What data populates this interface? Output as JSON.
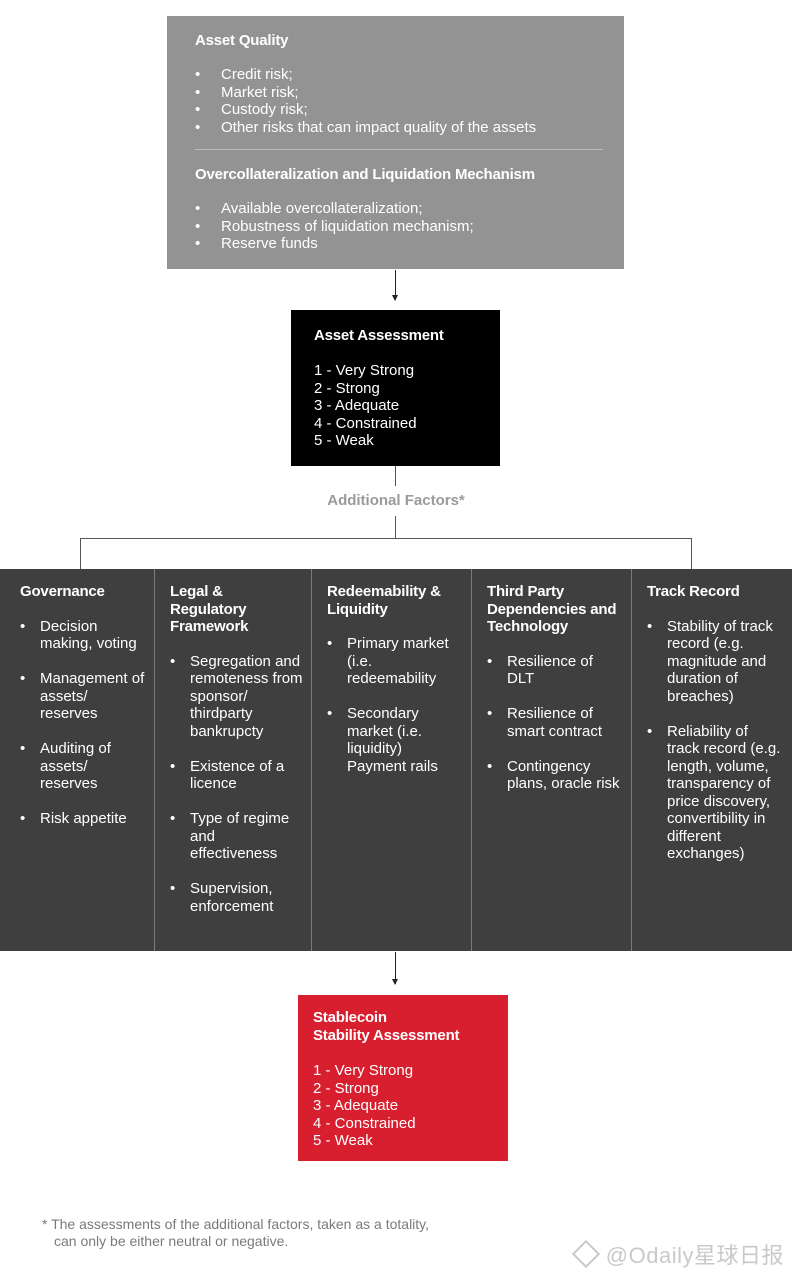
{
  "asset_quality": {
    "title": "Asset Quality",
    "items": [
      "Credit risk;",
      "Market risk;",
      "Custody risk;",
      "Other risks that can impact quality of the assets"
    ]
  },
  "overcollateralization": {
    "title": "Overcollateralization and Liquidation Mechanism",
    "items": [
      "Available overcollateralization;",
      "Robustness of liquidation mechanism;",
      "Reserve funds"
    ]
  },
  "asset_assessment": {
    "title": "Asset Assessment",
    "ratings": [
      "1 - Very Strong",
      "2 - Strong",
      "3 - Adequate",
      "4 - Constrained",
      "5 - Weak"
    ]
  },
  "additional_factors_label": "Additional Factors*",
  "factors": [
    {
      "title": "Governance",
      "items": [
        "Decision making, voting",
        "Management of assets/ reserves",
        "Auditing of assets/ reserves",
        "Risk appetite"
      ]
    },
    {
      "title": "Legal & Regulatory Framework",
      "items": [
        "Segregation and remoteness from sponsor/ thirdparty bankrupcty",
        "Existence of a licence",
        "Type of regime and effectiveness",
        "Supervision, enforcement"
      ]
    },
    {
      "title": "Redeemability & Liquidity",
      "items": [
        "Primary market (i.e. redeemability",
        "Secondary market (i.e. liquidity) Payment rails"
      ]
    },
    {
      "title": "Third Party Dependencies and Technology",
      "items": [
        "Resilience of DLT",
        "Resilience of smart contract",
        "Contingency plans, oracle risk"
      ]
    },
    {
      "title": "Track Record",
      "items": [
        "Stability of track record (e.g. magnitude and duration of breaches)",
        "Reliability of track record (e.g. length, volume, transparency of price discovery, convertibility in different exchanges)"
      ]
    }
  ],
  "stability_assessment": {
    "title_line1": "Stablecoin",
    "title_line2": "Stability Assessment",
    "ratings": [
      "1 - Very Strong",
      "2 - Strong",
      "3 - Adequate",
      "4 - Constrained",
      "5 - Weak"
    ]
  },
  "footnote": "* The assessments of the additional factors, taken as a totality, can only be either neutral or negative.",
  "watermark": "@Odaily星球日报",
  "colors": {
    "top_box": "#939393",
    "asset_box": "#000000",
    "factors_band": "#3f3f3f",
    "final_box": "#d81f2f",
    "muted_text": "#9a9a9a"
  }
}
